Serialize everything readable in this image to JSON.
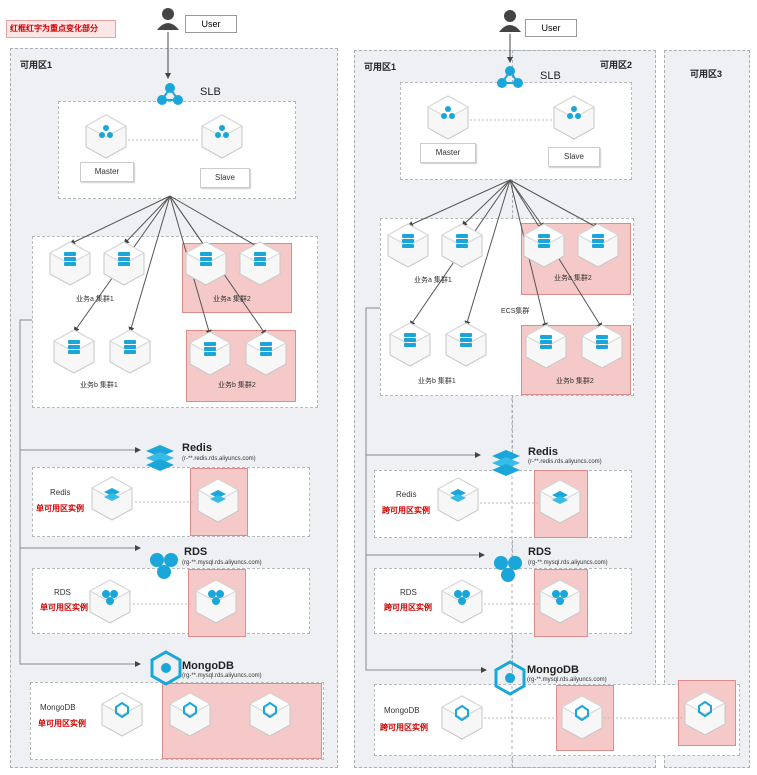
{
  "note": "红框红字为重点变化部分",
  "left": {
    "zone_title": "可用区1",
    "user": "User",
    "slb": "SLB",
    "master": "Master",
    "slave": "Slave",
    "biz_a1": "业务a 集群1",
    "biz_a2": "业务a 集群2",
    "biz_b1": "业务b 集群1",
    "biz_b2": "业务b 集群2",
    "redis_title": "Redis",
    "redis_sub": "(r-**.redis.rds.aliyuncs.com)",
    "redis_label": "Redis",
    "redis_mode": "单可用区实例",
    "rds_title": "RDS",
    "rds_sub": "(rg-**.mysql.rds.aliyuncs.com)",
    "rds_label": "RDS",
    "rds_mode": "单可用区实例",
    "mongo_title": "MongoDB",
    "mongo_sub": "(rg-**.mysql.rds.aliyuncs.com)",
    "mongo_label": "MongoDB",
    "mongo_mode": "单可用区实例"
  },
  "right": {
    "zone1_title": "可用区1",
    "zone2_title": "可用区2",
    "zone3_title": "可用区3",
    "user": "User",
    "slb": "SLB",
    "master": "Master",
    "slave": "Slave",
    "ecs": "ECS集群",
    "biz_a1": "业务a 集群1",
    "biz_a2": "业务a 集群2",
    "biz_b1": "业务b 集群1",
    "biz_b2": "业务b 集群2",
    "redis_title": "Redis",
    "redis_sub": "(r-**.redis.rds.aliyuncs.com)",
    "redis_label": "Redis",
    "redis_mode": "跨可用区实例",
    "rds_title": "RDS",
    "rds_sub": "(rg-**.mysql.rds.aliyuncs.com)",
    "rds_label": "RDS",
    "rds_mode": "跨可用区实例",
    "mongo_title": "MongoDB",
    "mongo_sub": "(rg-**.mysql.rds.aliyuncs.com)",
    "mongo_label": "MongoDB",
    "mongo_mode": "跨可用区实例"
  },
  "colors": {
    "accent": "#1aa6d8",
    "red_fill": "#f6c9c9",
    "red_border": "#e08b8b",
    "zone_bg": "#eef0f3"
  }
}
